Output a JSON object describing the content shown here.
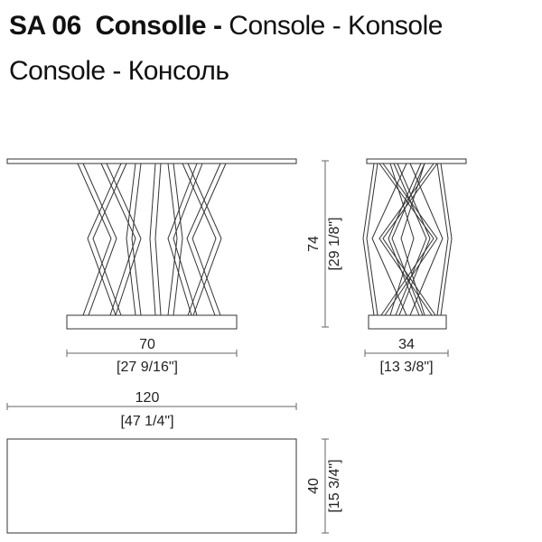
{
  "title": {
    "code": "SA 06",
    "name": "Consolle",
    "separator": " - ",
    "line1_rest": "Console - Konsole",
    "line2": "Console - Консоль"
  },
  "dimensions": {
    "front_width": "70",
    "front_width_in": "[27 9/16\"]",
    "side_depth": "34",
    "side_depth_in": "[13 3/8\"]",
    "height": "74",
    "height_in": "[29 1/8\"]",
    "top_length": "120",
    "top_length_in": "[47 1/4\"]",
    "top_depth": "40",
    "top_depth_in": "[15 3/4\"]"
  },
  "colors": {
    "line": "#333333",
    "dim_line": "#666666"
  }
}
